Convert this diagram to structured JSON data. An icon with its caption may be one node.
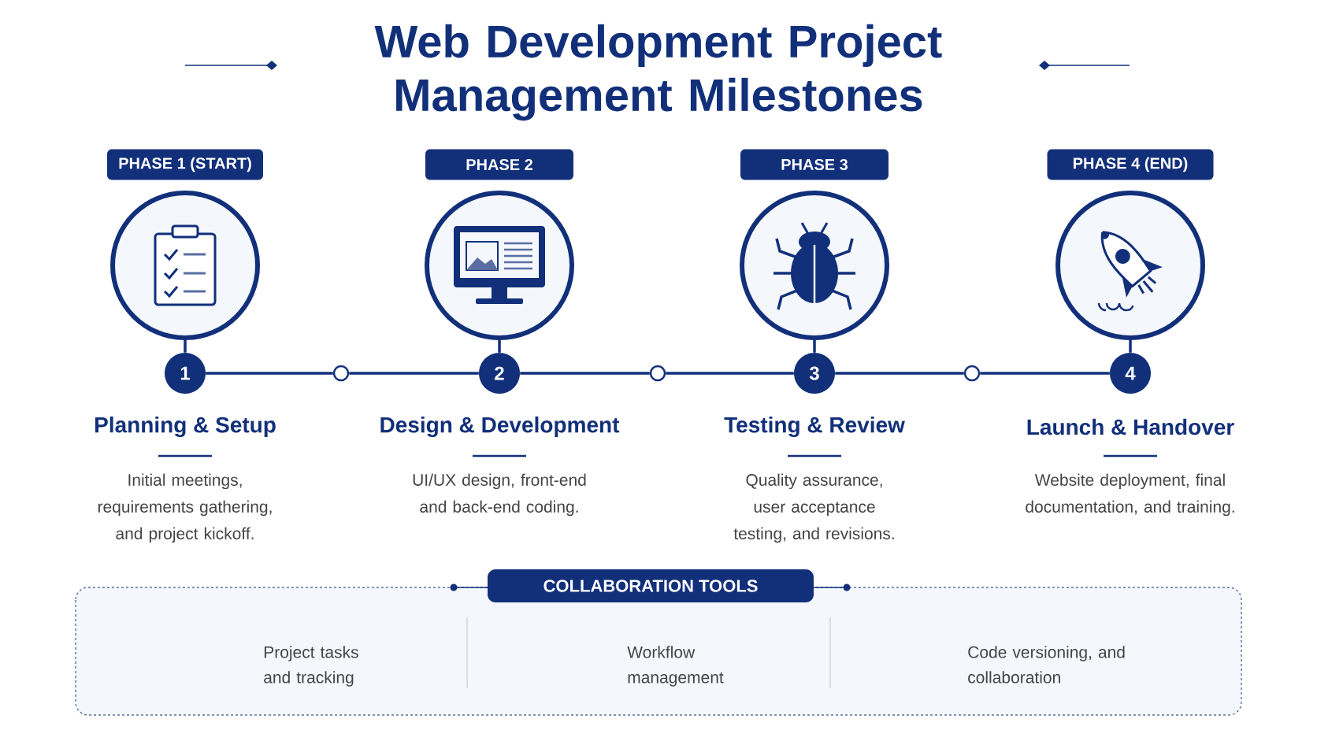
{
  "diagram": {
    "title": "Web Development Project Management Milestones",
    "nodes": [
      {
        "text": [
          "PHASE 1 (START)"
        ]
      },
      {
        "text": [],
        "shape": "circle"
      },
      {
        "text": [
          "1"
        ]
      },
      {
        "text": [],
        "shape": "circle"
      },
      {
        "text": [
          "PHASE 2"
        ]
      },
      {
        "text": [],
        "shape": "circle"
      },
      {
        "text": [
          "2"
        ]
      },
      {
        "text": [],
        "shape": "circle"
      },
      {
        "text": [
          "PHASE 3"
        ]
      },
      {
        "text": [],
        "shape": "circle"
      },
      {
        "text": [
          "3"
        ]
      },
      {
        "text": [],
        "shape": "circle"
      },
      {
        "text": [
          "PHASE 4 (END)"
        ]
      },
      {
        "text": [],
        "shape": "circle"
      },
      {
        "text": [
          "4"
        ]
      },
      {
        "text": [
          "COLLABORATION TOOLS"
        ]
      }
    ],
    "edges": [
      {
        "from": 1,
        "to": 2,
        "arrow": "none"
      },
      {
        "from": 5,
        "to": 6,
        "arrow": "none"
      },
      {
        "from": 9,
        "to": 10,
        "arrow": "none"
      },
      {
        "from": 13,
        "to": 14,
        "arrow": "none"
      },
      {
        "from": 2,
        "to": 3,
        "arrow": "none"
      },
      {
        "from": 3,
        "to": 6,
        "arrow": "none"
      },
      {
        "from": 6,
        "to": 7,
        "arrow": "none"
      },
      {
        "from": 7,
        "to": 10,
        "arrow": "none"
      },
      {
        "from": 10,
        "to": 11,
        "arrow": "none"
      },
      {
        "from": 11,
        "to": 14,
        "arrow": "none"
      }
    ],
    "labels": [
      "Planning & Setup",
      "Design & Development",
      "Testing & Review",
      "Launch & Handover",
      "Initial meetings, requirements gathering, and project kickoff.",
      "UI/UX design, front-end and back-end coding.",
      "Quality assurance, user acceptance testing, and revisions.",
      "Website deployment, final documentation, and training.",
      "Project tasks and tracking",
      "Workflow management",
      "Code versioning, and collaboration"
    ]
  }
}
